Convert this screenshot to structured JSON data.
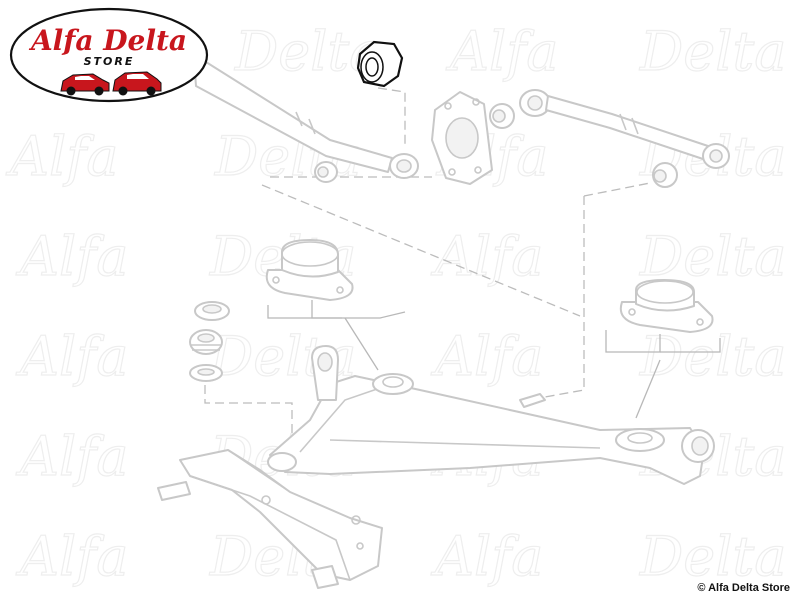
{
  "logo": {
    "brand": "Alfa Delta",
    "sub": "STORE",
    "colors": {
      "script": "#c8161d",
      "outline": "#111111",
      "car": "#c8161d"
    }
  },
  "watermark": {
    "words": [
      "Alfa",
      "Delta"
    ],
    "color": "#eeeeee"
  },
  "diagram": {
    "line_color": "#c8c8c8",
    "highlighted_part": "bearing-bushing",
    "highlight_color": "#111111"
  },
  "copyright": "© Alfa Delta Store"
}
